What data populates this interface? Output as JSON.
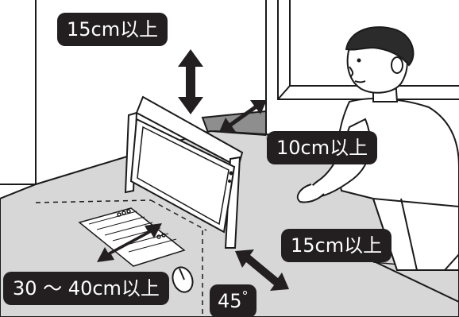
{
  "labels": {
    "top_clearance": "15cm以上",
    "side_clearance": "10cm以上",
    "right_clearance": "15cm以上",
    "viewing_distance": "30 〜 40cm以上",
    "viewing_angle": "45",
    "degree_symbol": "°"
  },
  "colors": {
    "label_background": "#231f20",
    "label_text": "#ffffff",
    "desk_gray": "#d7d7d7",
    "ink": "#1a1a1a",
    "arrow": "#231f20"
  },
  "icons": {
    "vertical_arrow": "double-arrow-vertical",
    "side_arrow": "double-arrow-diagonal",
    "right_arrow": "double-arrow-diagonal",
    "distance_arrow": "double-arrow-diagonal"
  }
}
